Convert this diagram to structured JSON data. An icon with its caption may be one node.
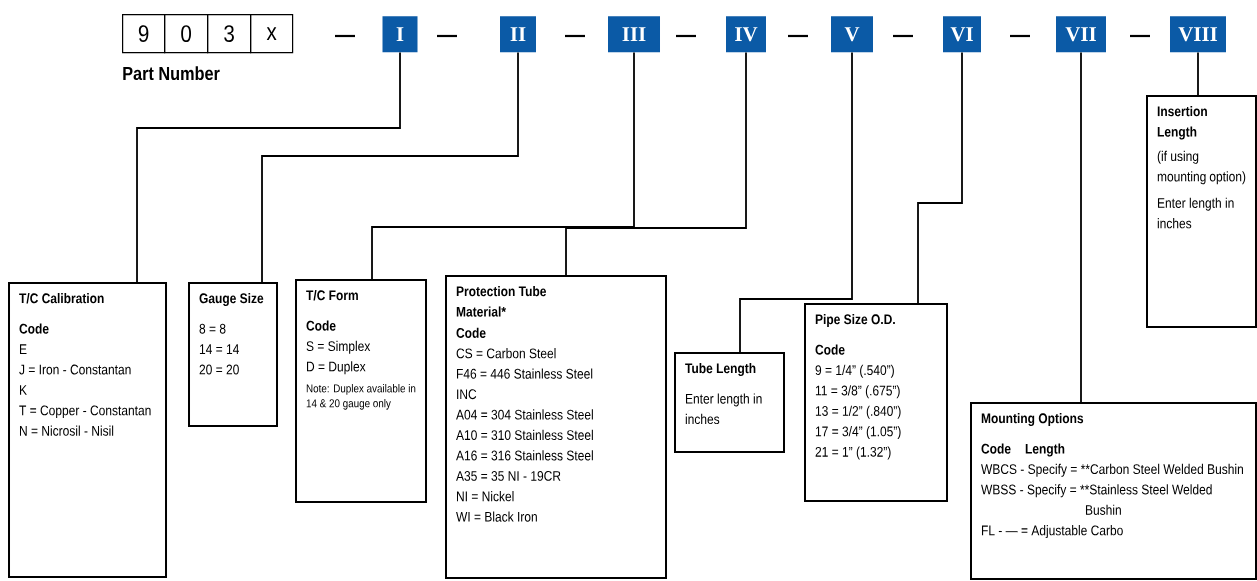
{
  "diagram": {
    "nodes": [
      {
        "text": [
          "9"
        ]
      },
      {
        "text": [
          "0"
        ]
      },
      {
        "text": [
          "3"
        ]
      },
      {
        "text": [
          "x"
        ]
      },
      {
        "text": [
          "I"
        ]
      },
      {
        "text": [
          "II"
        ]
      },
      {
        "text": [
          "III"
        ]
      },
      {
        "text": [
          "IV"
        ]
      },
      {
        "text": [
          "V"
        ]
      },
      {
        "text": [
          "VI"
        ]
      },
      {
        "text": [
          "VII"
        ]
      },
      {
        "text": [
          "VIII"
        ]
      },
      {
        "text": [
          "T/C Calibration",
          "Code",
          "E",
          "J = Iron - Constantan",
          "K",
          "T = Copper - Constantan",
          "N = Nicrosil - Nisil"
        ]
      },
      {
        "text": [
          "Gauge Size",
          "8 = 8",
          "14 = 14",
          "20 = 20"
        ]
      },
      {
        "text": [
          "T/C Form",
          "Code",
          "S = Simplex",
          "D = Duplex",
          "Note: Duplex available in 14 & 20 gauge only"
        ]
      },
      {
        "text": [
          "Protection Tube Material*",
          "Code",
          "CS = Carbon Steel",
          "F46 = 446 Stainless Steel",
          "INC",
          "A04 = 304 Stainless Steel",
          "A10 = 310 Stainless Steel",
          "A16 = 316 Stainless Steel",
          "A35 = 35 NI - 19CR",
          "NI = Nickel",
          "WI = Black Iron"
        ]
      },
      {
        "text": [
          "Tube Length",
          "Enter length in inches"
        ]
      },
      {
        "text": [
          "Pipe Size O.D.",
          "Code",
          "9 = 1/4” (.540”)",
          "11 = 3/8” (.675”)",
          "13 = 1/2” (.840”)",
          "17 = 3/4” (1.05”)",
          "21 = 1” (1.32”)"
        ]
      },
      {
        "text": [
          "Mounting Options",
          "Code",
          "Length",
          "WBCS - Specify = **Carbon Steel Welded Bushin",
          "WBSS - Specify = **Stainless Steel Welded Bushin",
          "FL - — = Adjustable Carbo"
        ]
      },
      {
        "text": [
          "Insertion Length",
          "(if using mounting option)",
          "Enter length in inches"
        ]
      }
    ],
    "edges": [
      {
        "from": 4,
        "to": 12,
        "arrow": "none"
      },
      {
        "from": 5,
        "to": 13,
        "arrow": "none"
      },
      {
        "from": 6,
        "to": 14,
        "arrow": "none"
      },
      {
        "from": 7,
        "to": 15,
        "arrow": "none"
      },
      {
        "from": 8,
        "to": 16,
        "arrow": "none"
      },
      {
        "from": 9,
        "to": 17,
        "arrow": "none"
      },
      {
        "from": 10,
        "to": 18,
        "arrow": "none"
      },
      {
        "from": 11,
        "to": 19,
        "arrow": "none"
      }
    ],
    "labels": [
      "Part Number"
    ]
  }
}
